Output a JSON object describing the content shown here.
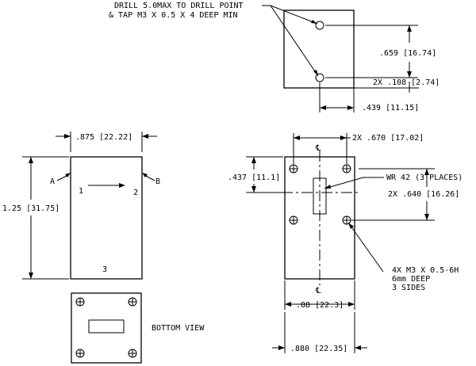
{
  "notes": {
    "drill_line1": "DRILL 5.0MAX TO DRILL POINT",
    "drill_line2": "& TAP M3 X 0.5 X 4 DEEP MIN",
    "wr": "WR 42 (3 PLACES)",
    "tap1": "4X M3 X 0.5-6H",
    "tap2": "6mm DEEP",
    "tap3": "3 SIDES",
    "bottom_view": "BOTTOM VIEW"
  },
  "dims": {
    "top_height": ".659 [16.74]",
    "top_offset": "2X .108 [2.74]",
    "top_width": ".439 [11.15]",
    "side_width": ".875 [22.22]",
    "side_height": "1.25 [31.75]",
    "front_hole_spacing_x": "2X .670 [17.02]",
    "front_offset": ".437 [11.1]",
    "front_hole_spacing_y": "2X .640 [16.26]",
    "front_width_a": ".88 [22.3]",
    "front_width_b": ".880 [22.35]"
  },
  "labels": {
    "port_a": "A",
    "port_b": "B",
    "port_1": "1",
    "port_2": "2",
    "port_3": "3",
    "centerline_top": "℄",
    "centerline_bottom": "℄"
  }
}
